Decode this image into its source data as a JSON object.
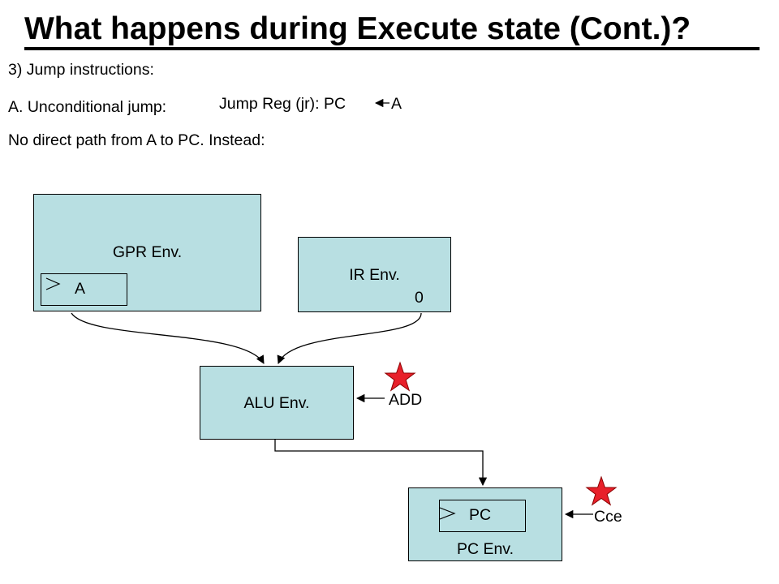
{
  "title": "What happens during Execute state (Cont.)?",
  "lines": {
    "jump_instructions": "3) Jump instructions:",
    "unconditional": "A. Unconditional  jump:",
    "jump_reg": "Jump Reg (jr): PC",
    "jump_reg_src": "A",
    "no_direct": "No direct path from A to PC. Instead:"
  },
  "diagram": {
    "gpr_env": "GPR Env.",
    "gpr_reg": "A",
    "ir_env": "IR Env.",
    "ir_value": "0",
    "alu_env": "ALU Env.",
    "alu_op": "ADD",
    "pc_reg": "PC",
    "pc_env": "PC Env.",
    "pc_ctrl": "Cce"
  },
  "colors": {
    "box_fill": "#b8dfe2",
    "star_fill": "#e8202a"
  }
}
